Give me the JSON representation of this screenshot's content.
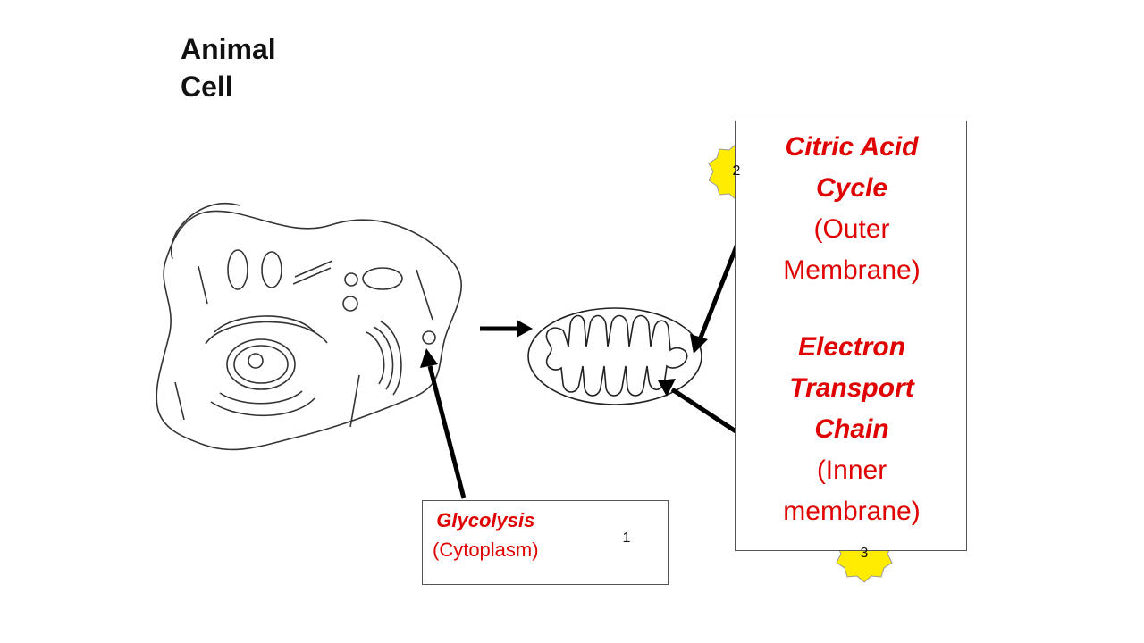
{
  "diagram": {
    "title_line1": "Animal",
    "title_line2": "Cell",
    "stages": [
      {
        "step": "1",
        "name": "Glycolysis",
        "location": "(Cytoplasm)"
      },
      {
        "step": "2",
        "name_line1": "Citric Acid",
        "name_line2": "Cycle",
        "location_line1": "(Outer",
        "location_line2": "Membrane)"
      },
      {
        "step": "3",
        "name_line1": "Electron",
        "name_line2": "Transport",
        "name_line3": "Chain",
        "location_line1": "(Inner",
        "location_line2": "membrane)"
      }
    ],
    "colors": {
      "stage_name": "#e00000",
      "badge_fill": "#ffec00",
      "badge_stroke": "#999999",
      "arrow": "#000000"
    }
  }
}
